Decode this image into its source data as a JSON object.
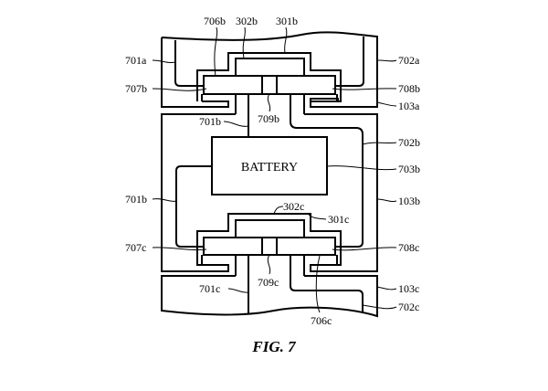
{
  "figure": {
    "caption": "FIG. 7",
    "battery_label": "BATTERY"
  },
  "labels": {
    "l706b": "706b",
    "l302b": "302b",
    "l301b": "301b",
    "l701a": "701a",
    "l702a": "702a",
    "l707b": "707b",
    "l708b": "708b",
    "l103a": "103a",
    "l701b_top": "701b",
    "l709b": "709b",
    "l702b": "702b",
    "l703b": "703b",
    "l701b_left": "701b",
    "l103b": "103b",
    "l302c": "302c",
    "l301c": "301c",
    "l707c": "707c",
    "l708c": "708c",
    "l709c": "709c",
    "l701c": "701c",
    "l103c": "103c",
    "l702c": "702c",
    "l706c": "706c"
  }
}
